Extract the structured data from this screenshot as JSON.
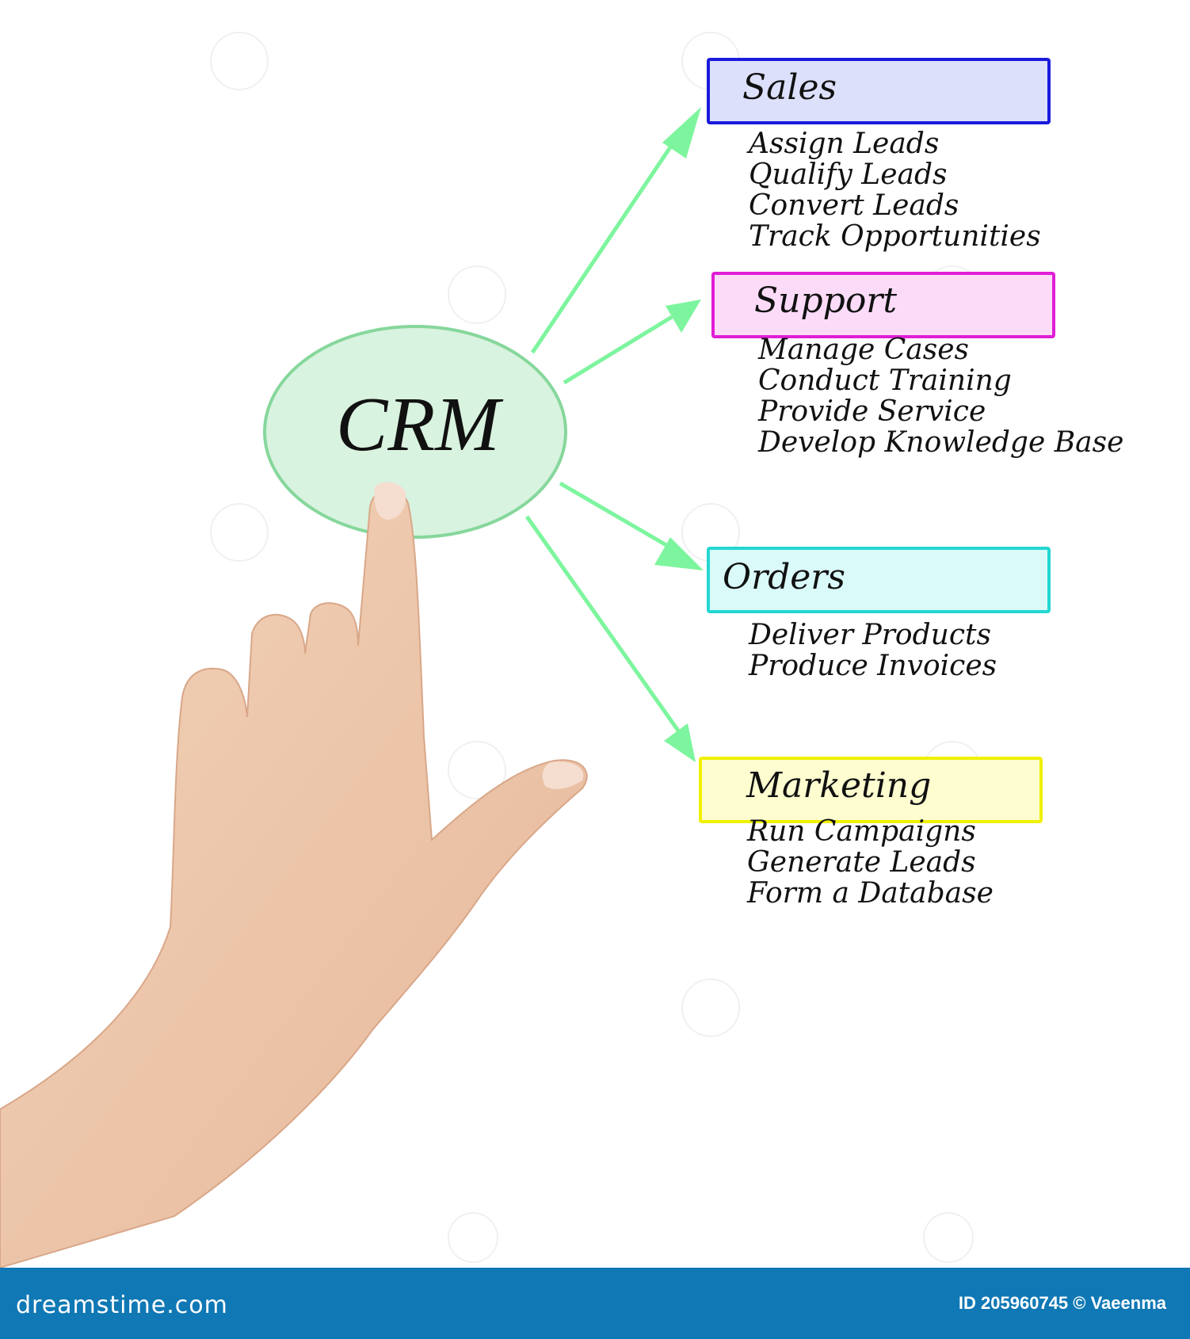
{
  "diagram": {
    "center_label": "CRM",
    "nodes": [
      {
        "title": "Sales",
        "items": [
          "Assign Leads",
          "Qualify Leads",
          "Convert Leads",
          "Track Opportunities"
        ],
        "border": "#1a1adb",
        "fill": "#dde0fb"
      },
      {
        "title": "Support",
        "items": [
          "Manage Cases",
          "Conduct Training",
          "Provide Service",
          "Develop Knowledge Base"
        ],
        "border": "#e01ed6",
        "fill": "#fbdbf8"
      },
      {
        "title": "Orders",
        "items": [
          "Deliver Products",
          "Produce Invoices"
        ],
        "border": "#22d7d2",
        "fill": "#dafafa"
      },
      {
        "title": "Marketing",
        "items": [
          "Run Campaigns",
          "Generate Leads",
          "Form a Database"
        ],
        "border": "#f0f000",
        "fill": "#fdfdd0"
      }
    ],
    "colors": {
      "ellipse_fill": "#d8f3df",
      "ellipse_border": "#86d79b",
      "arrow": "#7df59e"
    }
  },
  "footer": {
    "site": "dreamstime.com",
    "credit": "ID 205960745 © Vaeenma",
    "background": "#0f78b5"
  }
}
